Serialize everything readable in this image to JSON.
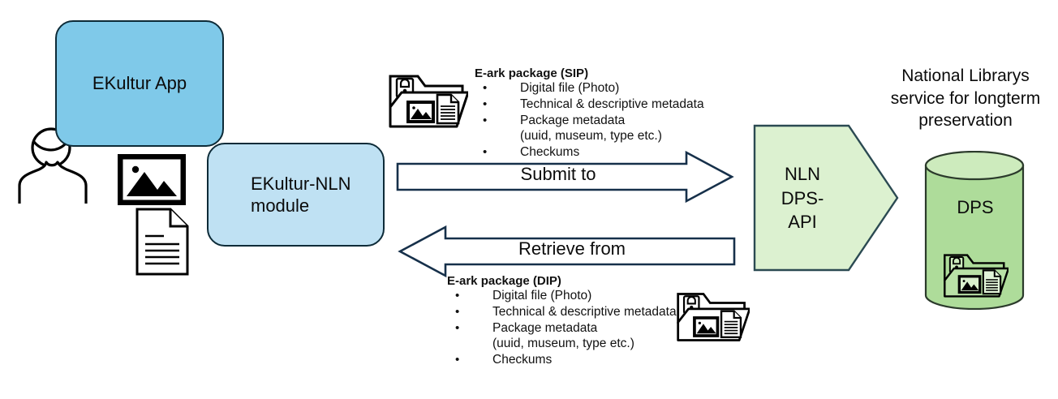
{
  "diagram": {
    "title": "EKultur to National Library DPS archival flow",
    "colors": {
      "app_blue": "#7fc9e9",
      "module_blue": "#bfe1f3",
      "api_green": "#dcf1d0",
      "store_green": "#aedc9a",
      "store_green_top": "#cdebbd",
      "outline": "#0d2b38",
      "text": "#0b0b0b"
    },
    "nodes": {
      "app_box": {
        "label": "EKultur App"
      },
      "module_box": {
        "label": "EKultur-NLN module"
      },
      "api_pentagon": {
        "line1": "NLN",
        "line2": "DPS-",
        "line3": "API"
      },
      "store_cylinder": {
        "label": "DPS"
      },
      "store_caption": {
        "line1": "National Librarys",
        "line2": "service for longterm",
        "line3": "preservation"
      }
    },
    "arrows": {
      "submit": {
        "label": "Submit to",
        "direction": "right"
      },
      "retrieve": {
        "label": "Retrieve from",
        "direction": "left"
      }
    },
    "packages": [
      {
        "id": "sip",
        "title": "E-ark package (SIP)",
        "items": [
          {
            "bullet": "•",
            "text": "Digital file (Photo)"
          },
          {
            "bullet": "•",
            "text": "Technical & descriptive metadata"
          },
          {
            "bullet": "•",
            "text": "Package metadata"
          },
          {
            "bullet": "",
            "text": "(uuid, museum, type etc.)"
          },
          {
            "bullet": "•",
            "text": "Checkums"
          }
        ]
      },
      {
        "id": "dip",
        "title": "E-ark package (DIP)",
        "items": [
          {
            "bullet": "•",
            "text": "Digital file (Photo)"
          },
          {
            "bullet": "•",
            "text": "Technical & descriptive metadata"
          },
          {
            "bullet": "•",
            "text": "Package metadata"
          },
          {
            "bullet": "",
            "text": "(uuid, museum, type etc.)"
          },
          {
            "bullet": "•",
            "text": "Checkums"
          }
        ]
      }
    ],
    "icons": {
      "user": "user-person-icon",
      "photo": "image-photo-icon",
      "document": "document-page-icon",
      "package_sip": "secure-package-folder-icon",
      "package_dip": "secure-package-folder-icon",
      "package_stored": "secure-package-folder-icon"
    }
  }
}
